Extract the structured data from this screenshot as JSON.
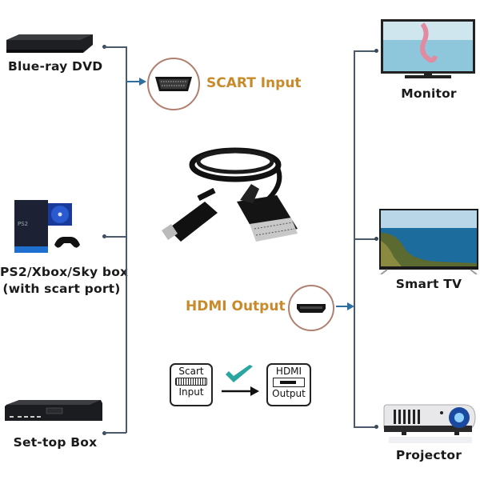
{
  "sources": [
    {
      "label": "Blue-ray DVD",
      "icon": "dvd-player-icon"
    },
    {
      "label": "PS2/Xbox/Sky box",
      "label2": "(with scart port)",
      "icon": "game-console-icon"
    },
    {
      "label": "Set-top Box",
      "icon": "set-top-box-icon"
    }
  ],
  "outputs": [
    {
      "label": "Monitor",
      "icon": "monitor-icon"
    },
    {
      "label": "Smart TV",
      "icon": "smart-tv-icon"
    },
    {
      "label": "Projector",
      "icon": "projector-icon"
    }
  ],
  "center": {
    "scart_label": "SCART Input",
    "hdmi_label": "HDMI Output",
    "cable_icon": "scart-to-hdmi-cable"
  },
  "legend": {
    "left_top": "Scart",
    "left_bottom": "Input",
    "right_top": "HDMI",
    "right_bottom": "Output"
  },
  "colors": {
    "accent_orange": "#c88a2a",
    "line": "#4a5a6a",
    "arrow": "#2f6fa0",
    "check": "#2aa6a0",
    "circle": "#b08070"
  }
}
